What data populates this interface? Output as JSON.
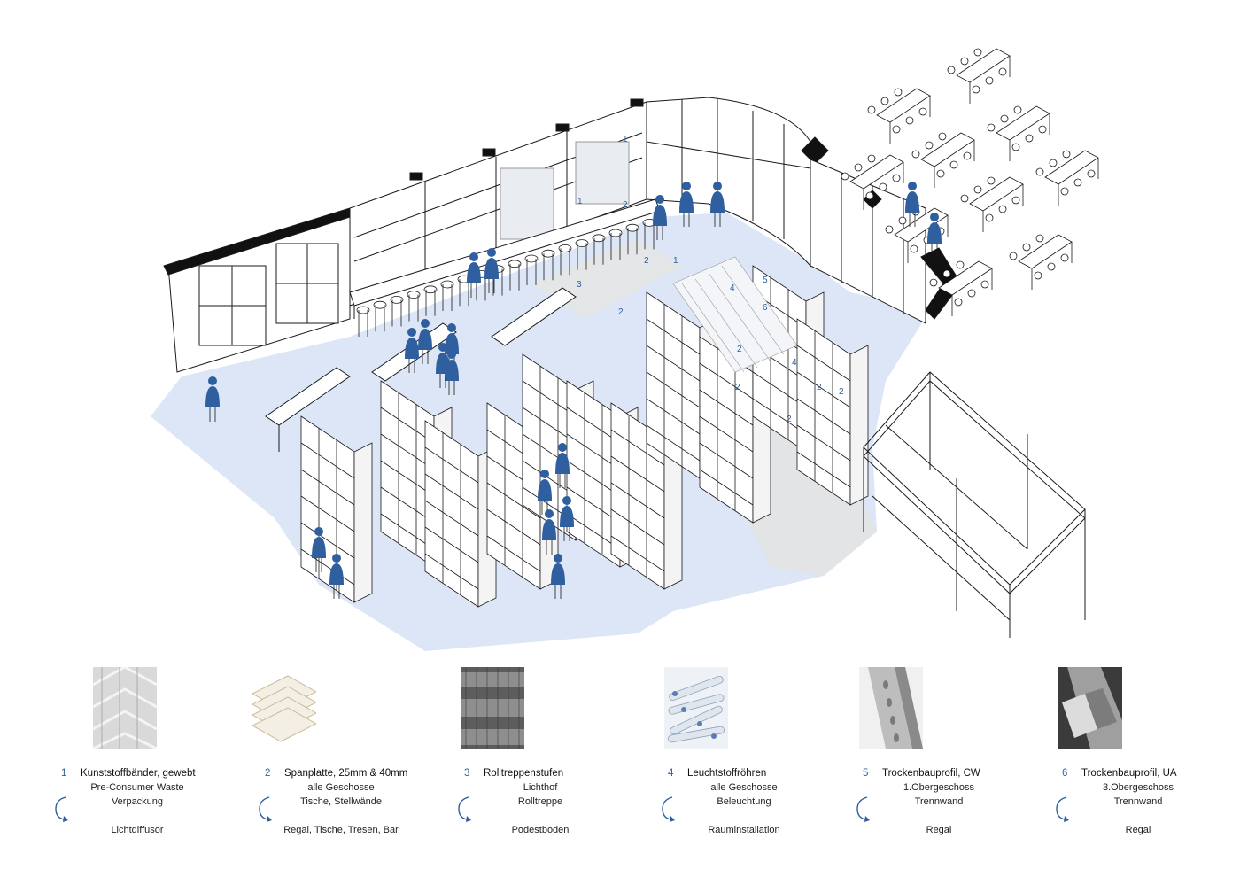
{
  "diagram": {
    "zone_labels": [
      "1",
      "1",
      "1",
      "2",
      "2",
      "2",
      "2",
      "2",
      "2",
      "2",
      "2",
      "3",
      "4",
      "4",
      "5",
      "6"
    ]
  },
  "materials": [
    {
      "num": "1",
      "title": "Kunststoffbänder, gewebt",
      "line1": "Pre-Consumer Waste",
      "line2": "Verpackung",
      "use": "Lichtdiffusor",
      "swatch": "woven-plastic-texture"
    },
    {
      "num": "2",
      "title": "Spanplatte, 25mm & 40mm",
      "line1": "alle Geschosse",
      "line2": "Tische, Stellwände",
      "use": "Regal, Tische, Tresen, Bar",
      "swatch": "chipboard-stack"
    },
    {
      "num": "3",
      "title": "Rolltreppenstufen",
      "line1": "Lichthof",
      "line2": "Rolltreppe",
      "use": "Podestboden",
      "swatch": "escalator-steps"
    },
    {
      "num": "4",
      "title": "Leuchtstoffröhren",
      "line1": "alle Geschosse",
      "line2": "Beleuchtung",
      "use": "Rauminstallation",
      "swatch": "fluorescent-tubes"
    },
    {
      "num": "5",
      "title": "Trockenbauprofil, CW",
      "line1": "1.Obergeschoss",
      "line2": "Trennwand",
      "use": "Regal",
      "swatch": "cw-profile"
    },
    {
      "num": "6",
      "title": "Trockenbauprofil, UA",
      "line1": "3.Obergeschoss",
      "line2": "Trennwand",
      "use": "Regal",
      "swatch": "ua-profile"
    }
  ],
  "colors": {
    "floor": "#dce6f6",
    "accent": "#2f5f9e",
    "people": "#2f5f9e",
    "line": "#1a1a1a"
  }
}
